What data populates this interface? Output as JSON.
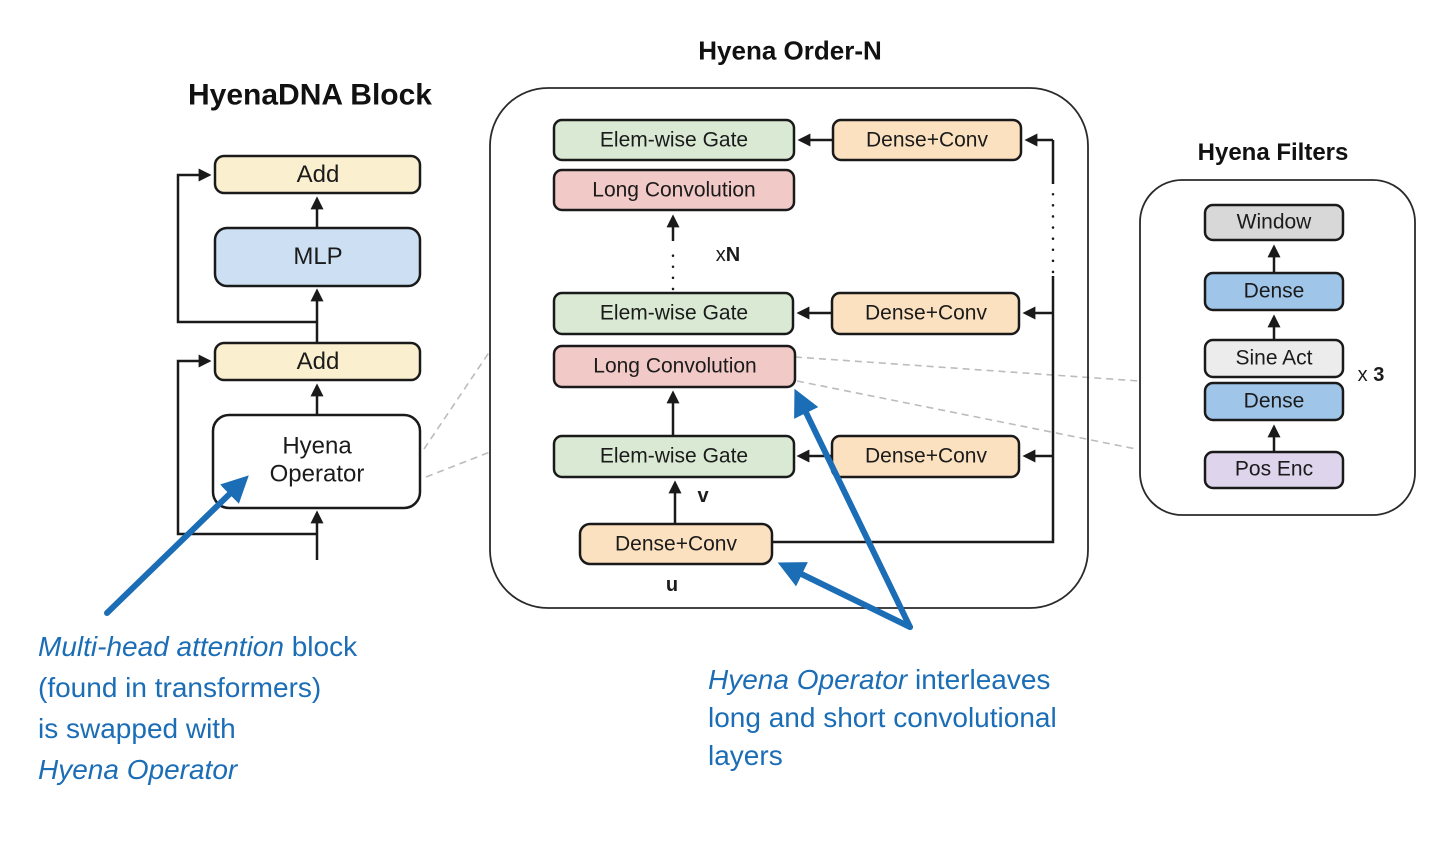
{
  "colors": {
    "accent_blue": "#1b6db6",
    "box_yellow": "#faf0cf",
    "box_blue": "#cde0f3",
    "box_green": "#d9e9d3",
    "box_pink": "#f1c9c7",
    "box_orange": "#fce1c0",
    "box_gray": "#d8d8d8",
    "box_dense_blue": "#9fc5e8",
    "box_lightgray": "#ececec",
    "box_lavender": "#ded4ec",
    "stroke_dark": "#1a1a1a",
    "dashed_gray": "#bcbcbc"
  },
  "titles": {
    "hyenadna_block": "HyenaDNA Block",
    "hyena_order_n": "Hyena Order-N",
    "hyena_filters": "Hyena Filters"
  },
  "hyenadna_block": {
    "add_top": "Add",
    "mlp": "MLP",
    "add_bottom": "Add",
    "hyena_operator": "Hyena\nOperator"
  },
  "hyena_order_n": {
    "gate_row1": "Elem-wise Gate",
    "dense_conv_row1": "Dense+Conv",
    "long_conv_row1": "Long Convolution",
    "repeat_label_prefix": "x",
    "repeat_label_bold": "N",
    "gate_row2": "Elem-wise Gate",
    "dense_conv_row2": "Dense+Conv",
    "long_conv_row2": "Long Convolution",
    "gate_row3": "Elem-wise Gate",
    "dense_conv_row3": "Dense+Conv",
    "v_label": "v",
    "dense_conv_input": "Dense+Conv",
    "u_label": "u"
  },
  "hyena_filters": {
    "window": "Window",
    "dense_top": "Dense",
    "sine_act": "Sine Act",
    "dense_bottom": "Dense",
    "pos_enc": "Pos Enc",
    "repeat_label_prefix": "x ",
    "repeat_label_bold": "3"
  },
  "annotations": {
    "left": {
      "line1_italic": "Multi-head attention",
      "line1_rest": " block",
      "line2": "(found in transformers)",
      "line3": "is swapped with",
      "line4_italic": "Hyena Operator"
    },
    "right": {
      "line1_italic": "Hyena Operator",
      "line1_rest": " interleaves",
      "line2": "long and short convolutional",
      "line3": "layers"
    }
  }
}
